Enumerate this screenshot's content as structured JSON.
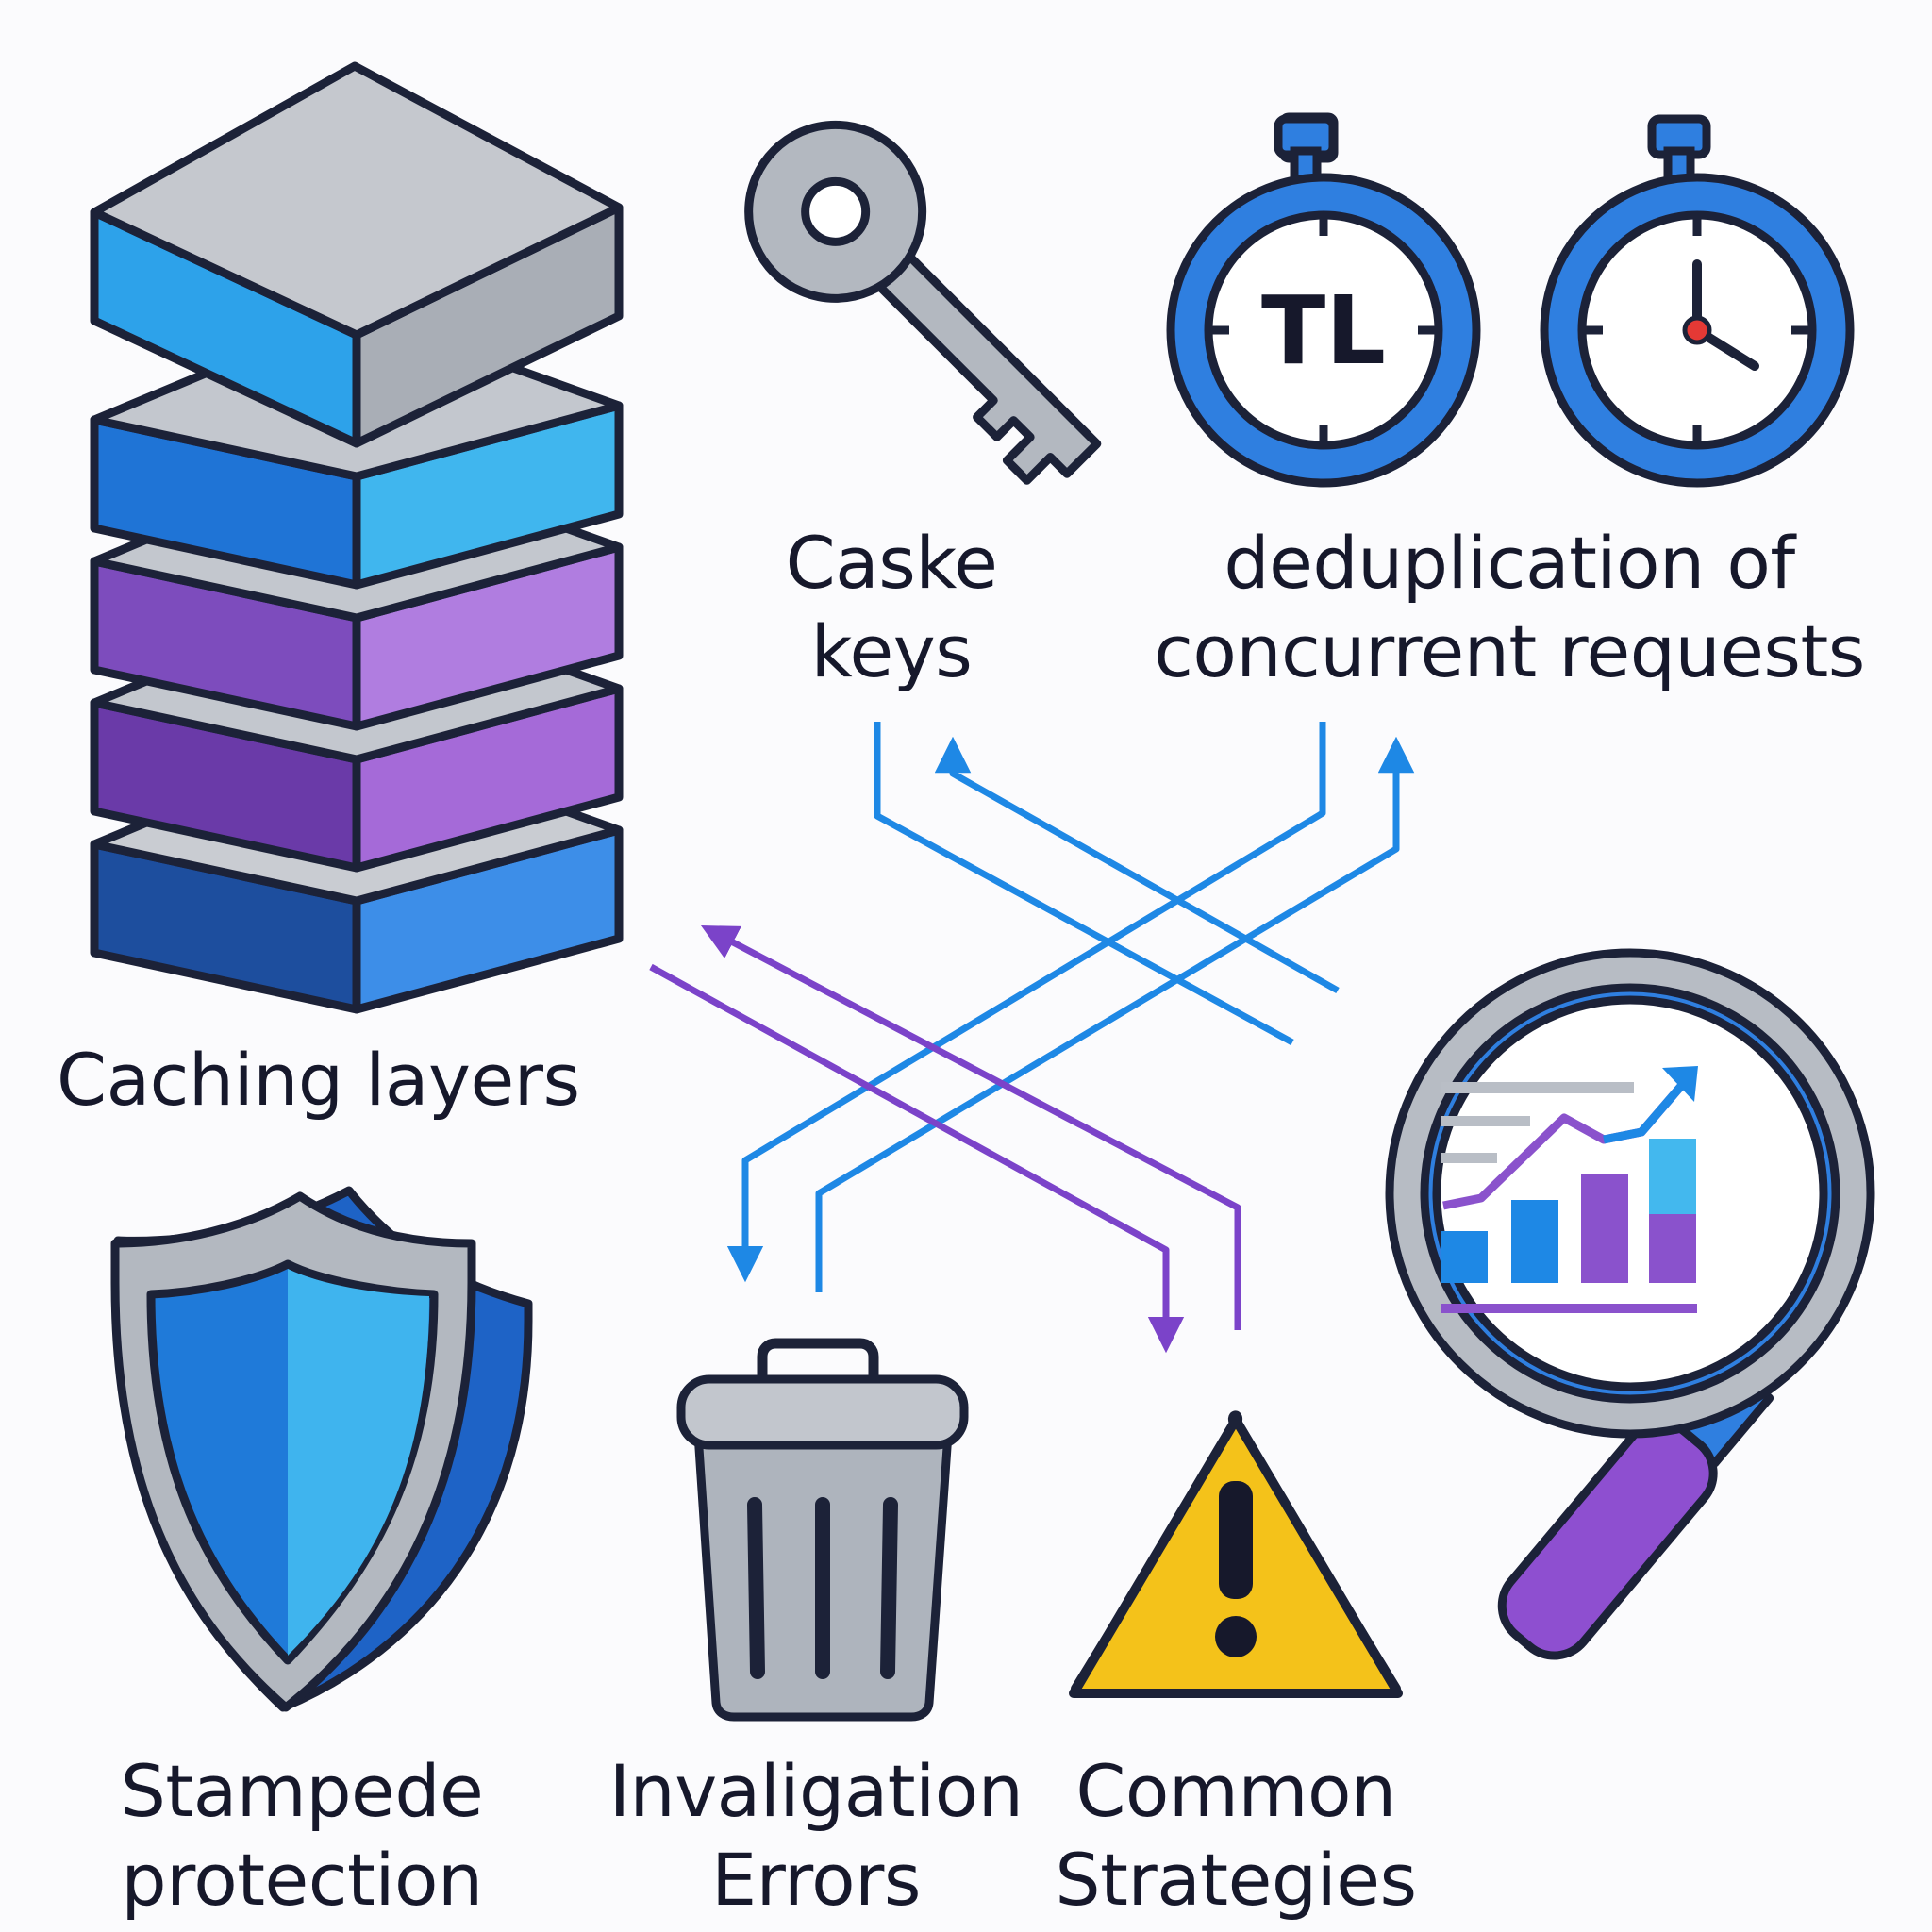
{
  "labels": {
    "caching_layers": "Caching layers",
    "cache_keys": [
      "Caske",
      "keys"
    ],
    "deduplication": [
      "deduplication of",
      "concurrent requests"
    ],
    "stampede": [
      "Stampede",
      "protection"
    ],
    "invalidation": [
      "Invaligation",
      "Errors"
    ],
    "strategies": [
      "Common",
      "Strategies"
    ]
  },
  "icons": {
    "layers": "stacked-layers-icon",
    "key": "key-icon",
    "ttl_timer": "stopwatch-icon",
    "timer": "stopwatch-icon",
    "shield": "shield-icon",
    "trash": "trash-can-icon",
    "warning": "warning-icon",
    "magnifier": "magnifier-chart-icon"
  },
  "ttl_badge": "TL",
  "colors": {
    "outline": "#1c2238",
    "blue": "#1e88e5",
    "light_blue": "#3bb5ee",
    "purple": "#8a52cc",
    "gray": "#aeb4be",
    "yellow": "#f4c21a",
    "red": "#e53935",
    "arrow_blue": "#1e88e5",
    "arrow_purple": "#7b43c9"
  }
}
